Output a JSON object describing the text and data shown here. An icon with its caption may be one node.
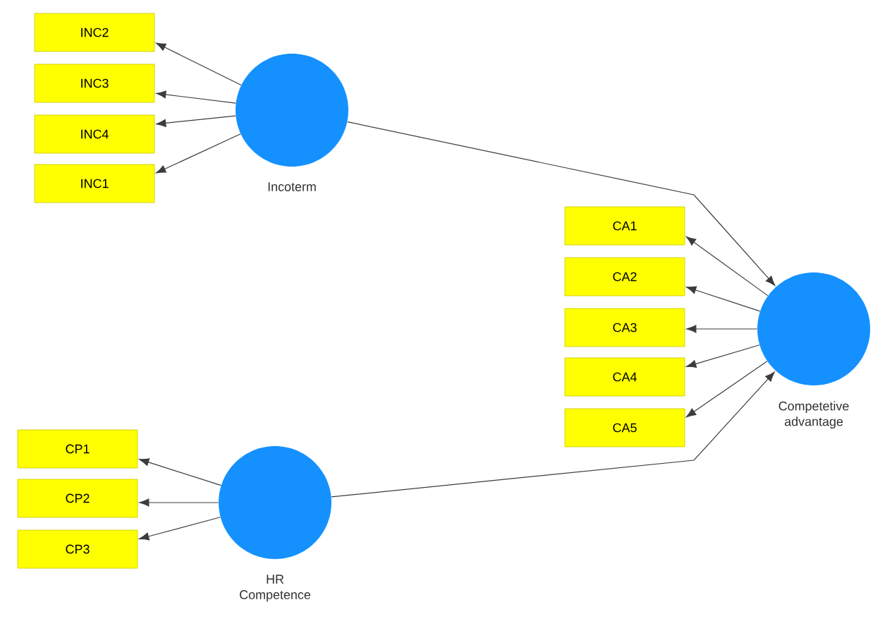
{
  "diagram": {
    "nodes": [
      {
        "text": [
          "INC2"
        ]
      },
      {
        "text": [
          "INC3"
        ]
      },
      {
        "text": [
          "INC4"
        ]
      },
      {
        "text": [
          "INC1"
        ]
      },
      {
        "text": [
          "Incoterm"
        ]
      },
      {
        "text": [
          "CA1"
        ]
      },
      {
        "text": [
          "CA2"
        ]
      },
      {
        "text": [
          "CA3"
        ]
      },
      {
        "text": [
          "CA4"
        ]
      },
      {
        "text": [
          "CA5"
        ]
      },
      {
        "text": [
          "Competetive advantage"
        ]
      },
      {
        "text": [
          "CP1"
        ]
      },
      {
        "text": [
          "CP2"
        ]
      },
      {
        "text": [
          "CP3"
        ]
      },
      {
        "text": [
          "HR Competence"
        ]
      }
    ],
    "edges": [
      {
        "from": 4,
        "to": 0,
        "arrow": "to"
      },
      {
        "from": 4,
        "to": 1,
        "arrow": "to"
      },
      {
        "from": 4,
        "to": 2,
        "arrow": "to"
      },
      {
        "from": 4,
        "to": 3,
        "arrow": "to"
      },
      {
        "from": 10,
        "to": 5,
        "arrow": "to"
      },
      {
        "from": 10,
        "to": 6,
        "arrow": "to"
      },
      {
        "from": 10,
        "to": 7,
        "arrow": "to"
      },
      {
        "from": 10,
        "to": 8,
        "arrow": "to"
      },
      {
        "from": 10,
        "to": 9,
        "arrow": "to"
      },
      {
        "from": 14,
        "to": 11,
        "arrow": "to"
      },
      {
        "from": 14,
        "to": 12,
        "arrow": "to"
      },
      {
        "from": 14,
        "to": 13,
        "arrow": "to"
      },
      {
        "from": 4,
        "to": 10,
        "arrow": "to"
      },
      {
        "from": 14,
        "to": 10,
        "arrow": "to"
      }
    ]
  }
}
